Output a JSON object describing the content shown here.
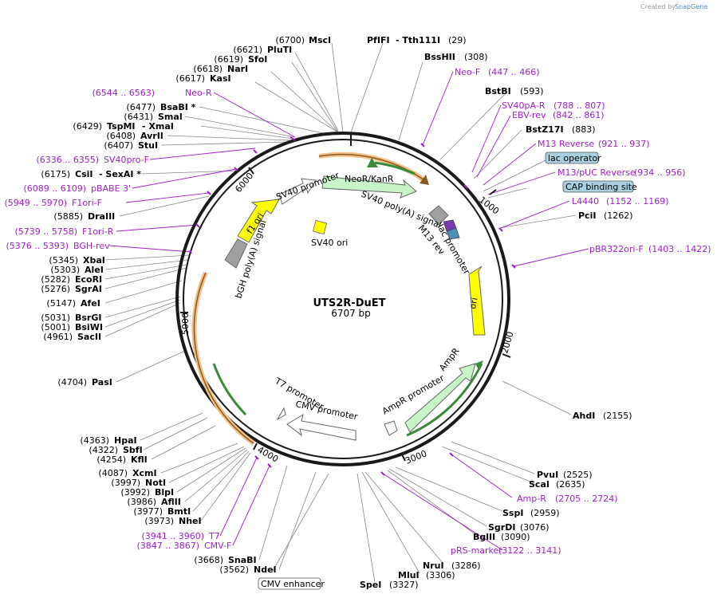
{
  "brand": {
    "prefix": "Created by",
    "name": "SnapGene"
  },
  "map": {
    "name": "UTS2R-DuET",
    "length_label": "6707 bp",
    "total_bp": 6707
  },
  "ticks": [
    {
      "bp": 1000,
      "label": "1000"
    },
    {
      "bp": 2000,
      "label": "2000"
    },
    {
      "bp": 3000,
      "label": "3000"
    },
    {
      "bp": 4000,
      "label": "4000"
    },
    {
      "bp": 5000,
      "label": "5000"
    },
    {
      "bp": 6000,
      "label": "6000"
    }
  ],
  "features": [
    {
      "name": "NeoR/KanR"
    },
    {
      "name": "SV40 promoter"
    },
    {
      "name": "SV40 ori"
    },
    {
      "name": "f1 ori"
    },
    {
      "name": "bGH poly(A) signal"
    },
    {
      "name": "SV40 poly(A) signal"
    },
    {
      "name": "M13 rev"
    },
    {
      "name": "lac promoter"
    },
    {
      "name": "ori"
    },
    {
      "name": "AmpR"
    },
    {
      "name": "AmpR promoter"
    },
    {
      "name": "T7 promoter"
    },
    {
      "name": "CMV promoter"
    }
  ],
  "boxed_labels": [
    {
      "text": "lac operator"
    },
    {
      "text": "CAP binding site"
    },
    {
      "text": "CMV enhancer"
    }
  ],
  "sites": [
    {
      "name": "MscI",
      "pos": "(6700)"
    },
    {
      "name": "PfIFI",
      "pos": ""
    },
    {
      "name": "- Tth111I",
      "pos": "(29)"
    },
    {
      "name": "PluTI",
      "pos": "(6621)"
    },
    {
      "name": "SfoI",
      "pos": "(6619)"
    },
    {
      "name": "NarI",
      "pos": "(6618)"
    },
    {
      "name": "KasI",
      "pos": "(6617)"
    },
    {
      "name": "BsaBI *",
      "pos": "(6477)"
    },
    {
      "name": "SmaI",
      "pos": "(6431)"
    },
    {
      "name": "TspMI",
      "pos": "(6429)"
    },
    {
      "name": "- XmaI",
      "pos": ""
    },
    {
      "name": "AvrII",
      "pos": "(6408)"
    },
    {
      "name": "StuI",
      "pos": "(6407)"
    },
    {
      "name": "CsiI",
      "pos": "(6175)"
    },
    {
      "name": "- SexAI *",
      "pos": ""
    },
    {
      "name": "DraIII",
      "pos": "(5885)"
    },
    {
      "name": "XbaI",
      "pos": "(5345)"
    },
    {
      "name": "AleI",
      "pos": "(5303)"
    },
    {
      "name": "EcoRI",
      "pos": "(5282)"
    },
    {
      "name": "SgrAI",
      "pos": "(5276)"
    },
    {
      "name": "AfeI",
      "pos": "(5147)"
    },
    {
      "name": "BsrGI",
      "pos": "(5031)"
    },
    {
      "name": "BsiWI",
      "pos": "(5001)"
    },
    {
      "name": "SacII",
      "pos": "(4961)"
    },
    {
      "name": "PasI",
      "pos": "(4704)"
    },
    {
      "name": "HpaI",
      "pos": "(4363)"
    },
    {
      "name": "SbfI",
      "pos": "(4322)"
    },
    {
      "name": "KflI",
      "pos": "(4254)"
    },
    {
      "name": "XcmI",
      "pos": "(4087)"
    },
    {
      "name": "NotI",
      "pos": "(3997)"
    },
    {
      "name": "BlpI",
      "pos": "(3992)"
    },
    {
      "name": "AflII",
      "pos": "(3986)"
    },
    {
      "name": "BmtI",
      "pos": "(3977)"
    },
    {
      "name": "NheI",
      "pos": "(3973)"
    },
    {
      "name": "SnaBI",
      "pos": "(3668)"
    },
    {
      "name": "NdeI",
      "pos": "(3562)"
    },
    {
      "name": "SpeI",
      "pos": "(3327)"
    },
    {
      "name": "MluI",
      "pos": "(3306)"
    },
    {
      "name": "NruI",
      "pos": "(3286)"
    },
    {
      "name": "BglII",
      "pos": "(3090)"
    },
    {
      "name": "SgrDI",
      "pos": "(3076)"
    },
    {
      "name": "SspI",
      "pos": "(2959)"
    },
    {
      "name": "ScaI",
      "pos": "(2635)"
    },
    {
      "name": "PvuI",
      "pos": "(2525)"
    },
    {
      "name": "AhdI",
      "pos": "(2155)"
    },
    {
      "name": "PciI",
      "pos": "(1262)"
    },
    {
      "name": "BstZ17I",
      "pos": "(883)"
    },
    {
      "name": "BstBI",
      "pos": "(593)"
    },
    {
      "name": "BssHII",
      "pos": "(308)"
    }
  ],
  "primers": [
    {
      "name": "Neo-R",
      "range": "(6544 .. 6563)"
    },
    {
      "name": "SV40pro-F",
      "range": "(6336 .. 6355)"
    },
    {
      "name": "pBABE 3'",
      "range": "(6089 .. 6109)"
    },
    {
      "name": "F1ori-F",
      "range": "(5949 .. 5970)"
    },
    {
      "name": "F1ori-R",
      "range": "(5739 .. 5758)"
    },
    {
      "name": "BGH-rev",
      "range": "(5376 .. 5393)"
    },
    {
      "name": "T7",
      "range": "(3941 .. 3960)"
    },
    {
      "name": "CMV-F",
      "range": "(3847 .. 3867)"
    },
    {
      "name": "pRS-marker",
      "range": "(3122 .. 3141)"
    },
    {
      "name": "Amp-R",
      "range": "(2705 .. 2724)"
    },
    {
      "name": "pBR322ori-F",
      "range": "(1403 .. 1422)"
    },
    {
      "name": "L4440",
      "range": "(1152 .. 1169)"
    },
    {
      "name": "M13/pUC Reverse",
      "range": "(934 .. 956)"
    },
    {
      "name": "M13 Reverse",
      "range": "(921 .. 937)"
    },
    {
      "name": "EBV-rev",
      "range": "(842 .. 861)"
    },
    {
      "name": "SV40pA-R",
      "range": "(788 .. 807)"
    },
    {
      "name": "Neo-F",
      "range": "(447 .. 466)"
    }
  ],
  "colors": {
    "backbone": "#1a1a1a",
    "primer": "#a020c8",
    "neo": "#c8f5c8",
    "orange": "#f0c088",
    "yellow": "#ffff00",
    "grey": "#a0a0a0",
    "boxfill": "#a8d0e0"
  }
}
